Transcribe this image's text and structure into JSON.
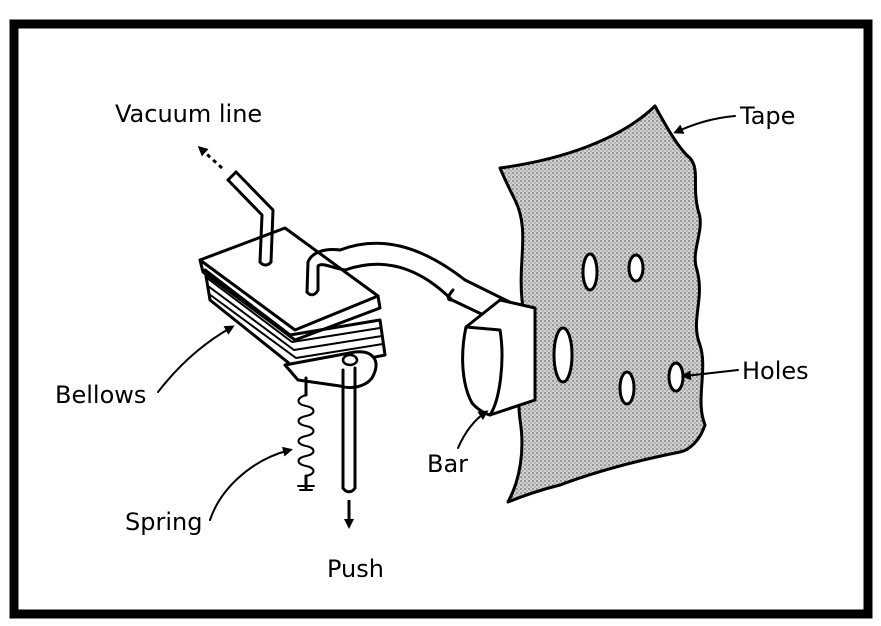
{
  "figure": {
    "title": "Bellows vacuum tape-reading mechanism",
    "labels": {
      "vacuum_line": "Vacuum line",
      "tape": "Tape",
      "bellows": "Bellows",
      "holes": "Holes",
      "bar": "Bar",
      "spring": "Spring",
      "push": "Push"
    }
  },
  "colors": {
    "ink": "#000000",
    "paper": "#ffffff",
    "tape_fill": "#a9a9a9"
  }
}
